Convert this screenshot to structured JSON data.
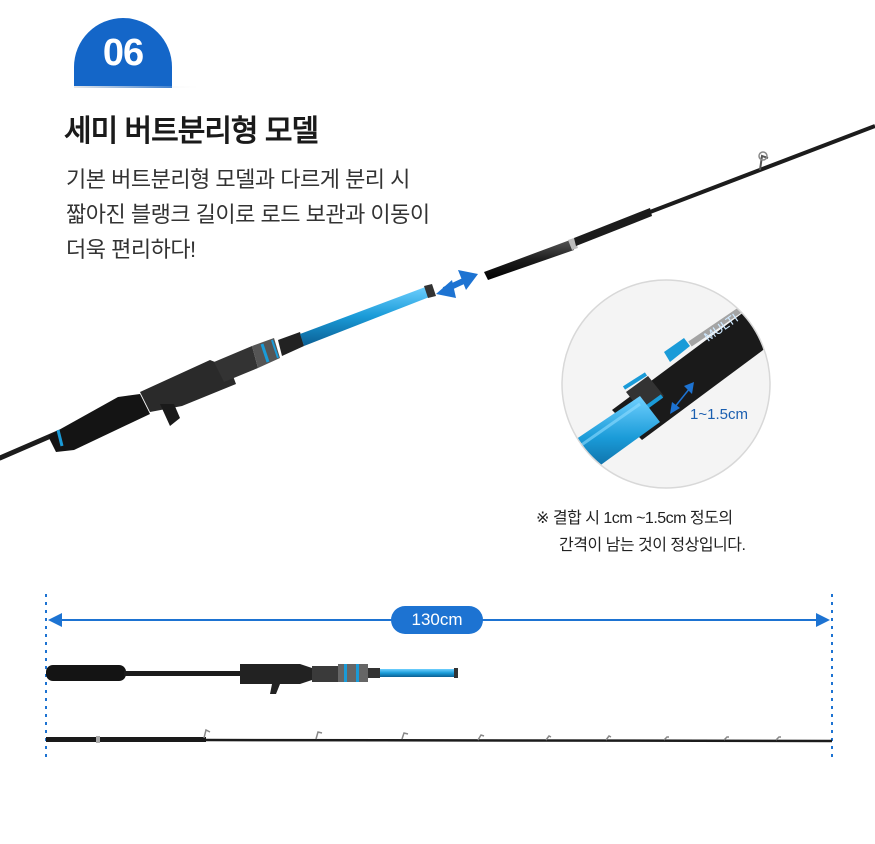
{
  "section": {
    "number": "06",
    "title": "세미 버트분리형 모델",
    "description_lines": [
      "기본 버트분리형 모델과 다르게 분리 시",
      "짧아진 블랭크 길이로 로드 보관과 이동이",
      "더욱 편리하다!"
    ]
  },
  "detail": {
    "gap_label": "1~1.5cm",
    "note_lines": [
      "※ 결합 시 1cm ~1.5cm 정도의",
      "간격이 남는 것이 정상입니다."
    ]
  },
  "dimension": {
    "length_label": "130cm"
  },
  "colors": {
    "brand_blue": "#1466c8",
    "arrow_blue": "#1d73d2",
    "rod_blue": "#1a9bd8",
    "rod_black": "#1c1c1c"
  }
}
